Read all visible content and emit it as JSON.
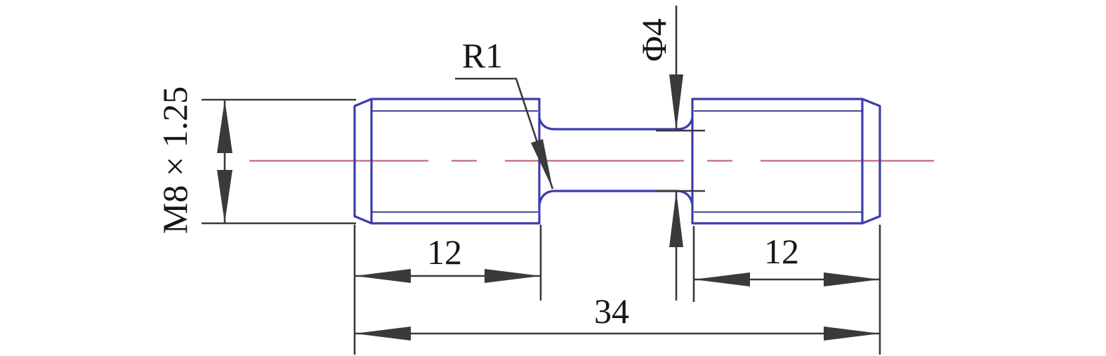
{
  "labels": {
    "thread_spec": "M8 × 1.25",
    "fillet_radius": "R1",
    "neck_diameter": "Φ4",
    "left_thread_length": "12",
    "right_thread_length": "12",
    "overall_length": "34"
  },
  "colors": {
    "outline": "#3d3dae",
    "thread_line": "#2f2f7d",
    "centerline": "#c17884",
    "dimension": "#3a3a3a",
    "text": "#161616",
    "background": "#ffffff"
  }
}
